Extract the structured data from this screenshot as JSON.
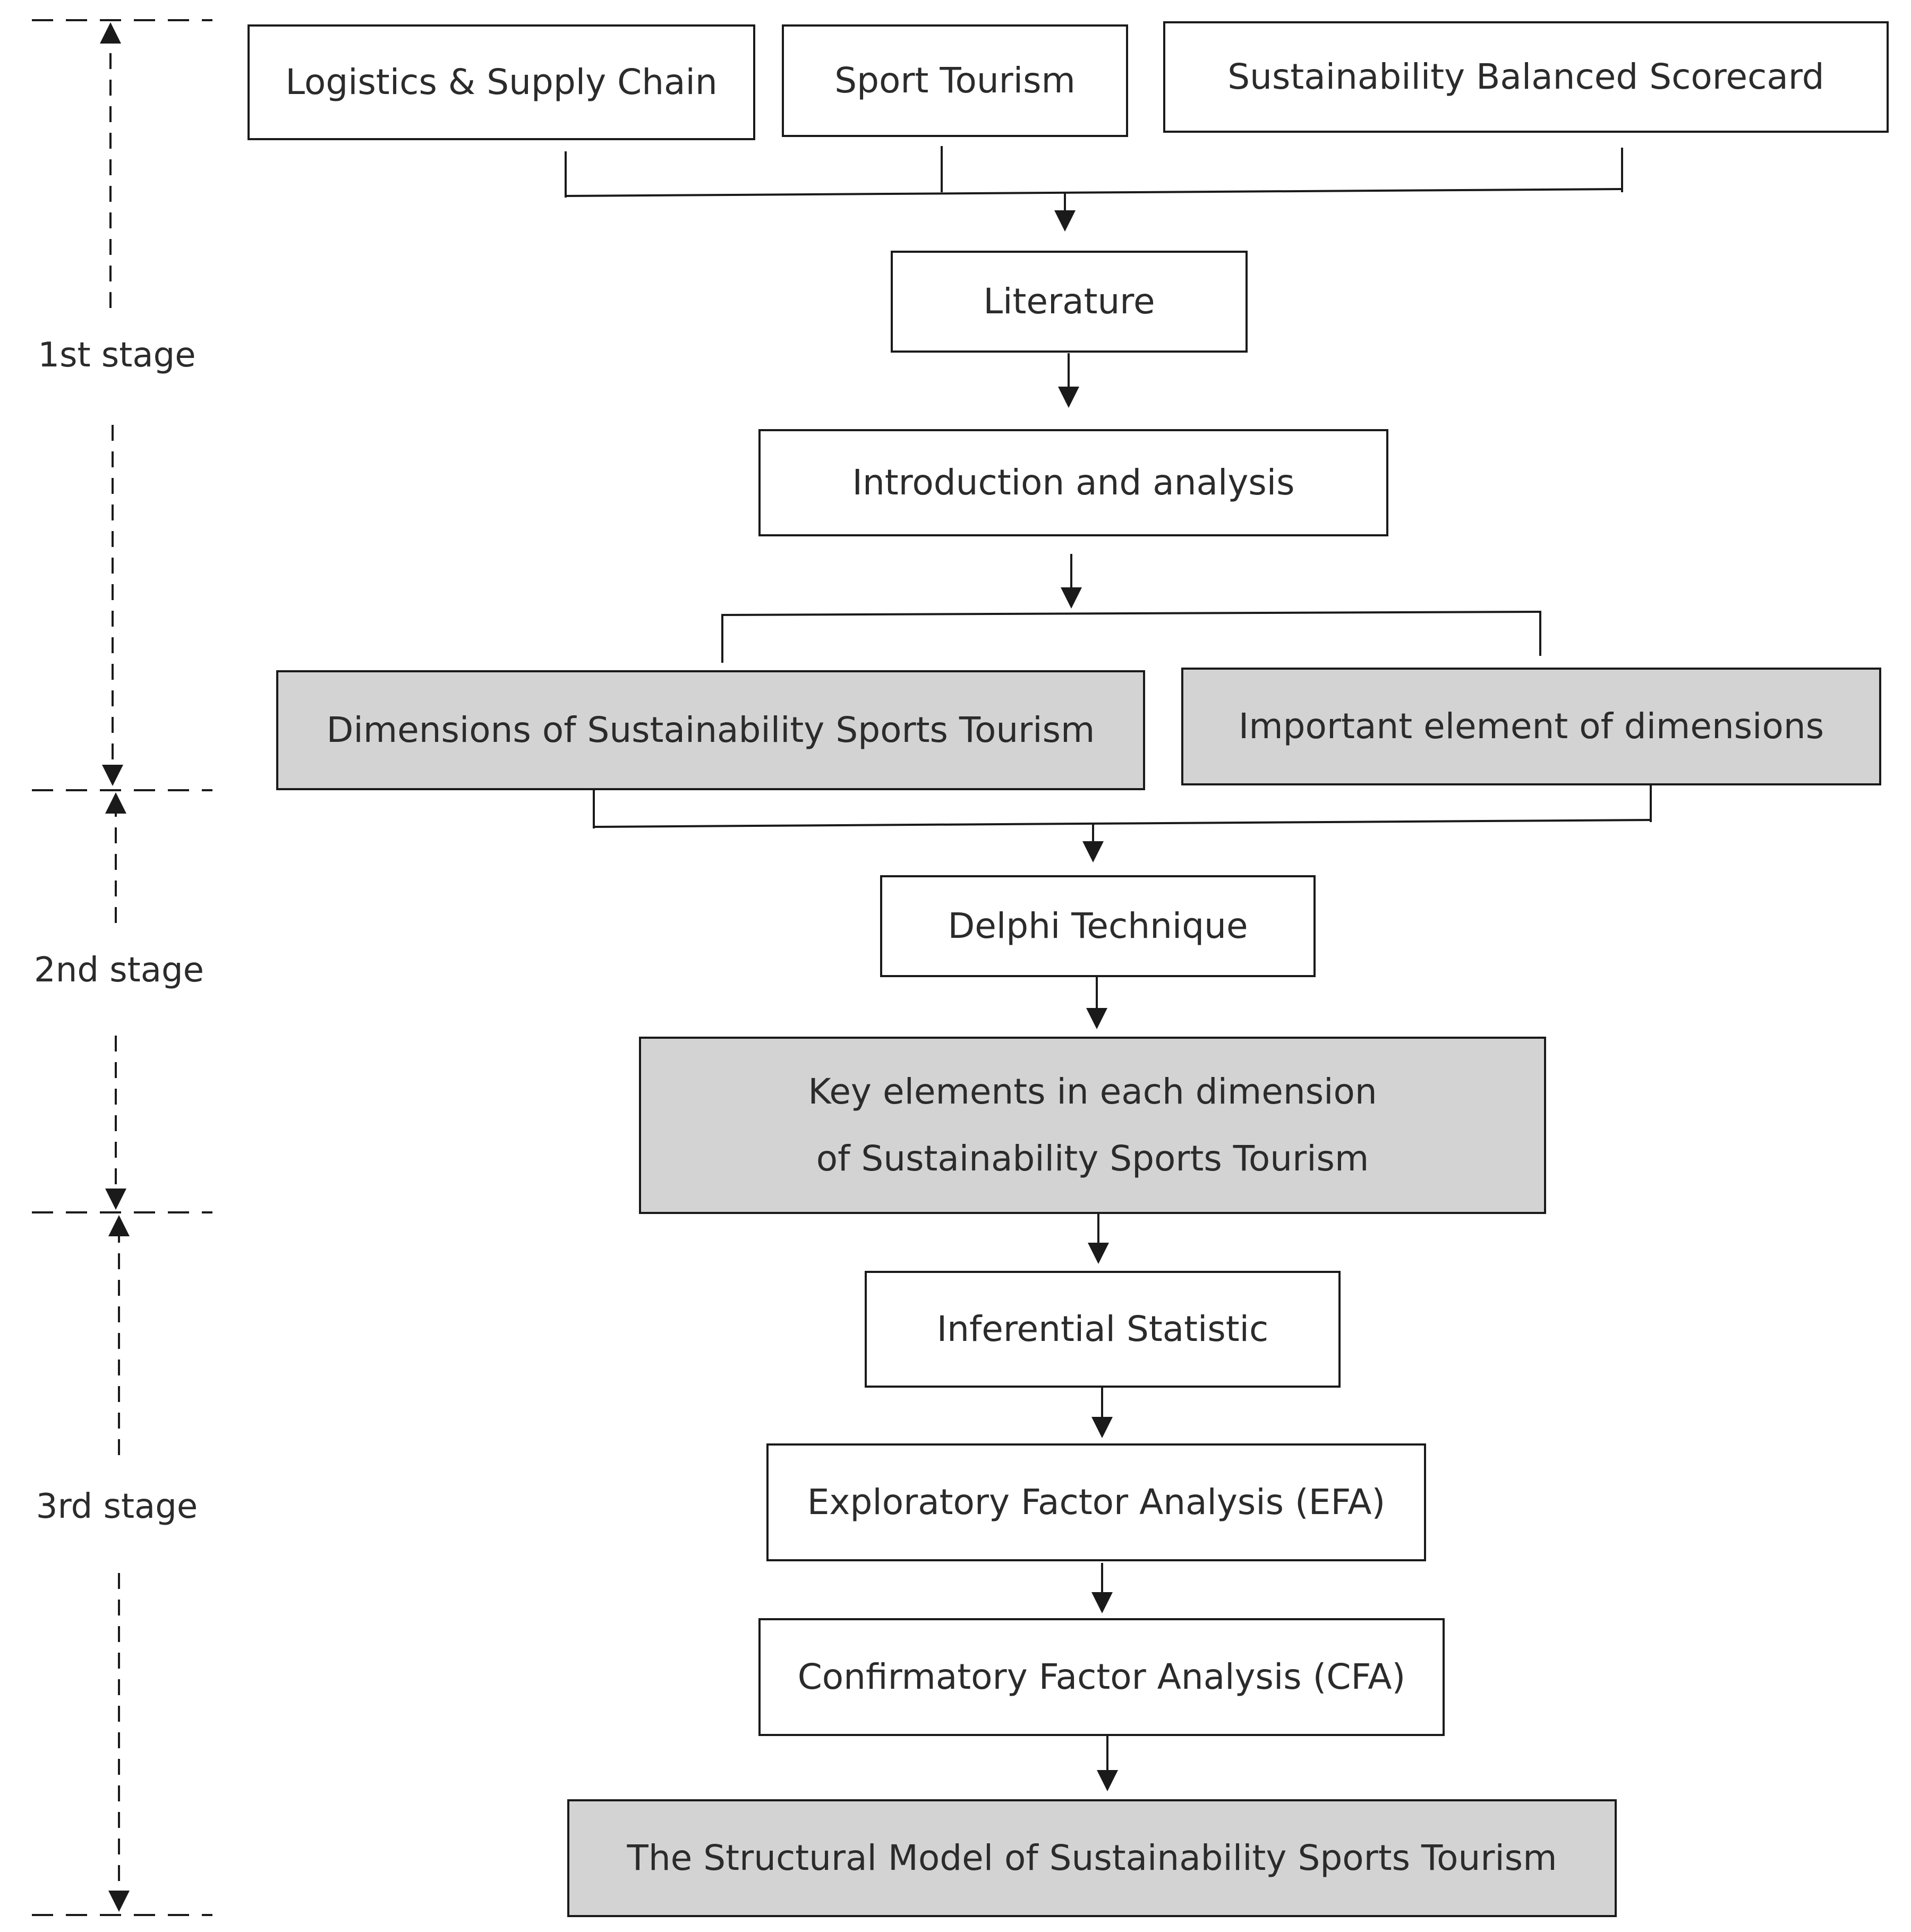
{
  "diagram": {
    "nodes": {
      "logistics": "Logistics & Supply Chain",
      "sport_tourism": "Sport Tourism",
      "balanced_scorecard": "Sustainability Balanced Scorecard",
      "literature": "Literature",
      "intro_analysis": "Introduction and analysis",
      "dimensions": "Dimensions of Sustainability Sports Tourism",
      "important_element": "Important element of dimensions",
      "delphi": "Delphi Technique",
      "key_elements_line1": "Key elements in each dimension",
      "key_elements_line2": "of Sustainability Sports Tourism",
      "inferential": "Inferential Statistic",
      "efa": "Exploratory Factor Analysis (EFA)",
      "cfa": "Confirmatory Factor Analysis (CFA)",
      "structural_model": "The Structural Model of Sustainability Sports Tourism"
    },
    "stages": {
      "first": "1st stage",
      "second": "2nd stage",
      "third": "3rd stage"
    },
    "colors": {
      "shaded_fill": "#d3d3d3",
      "stroke": "#1a1a1a",
      "text": "#2b2b2b"
    }
  }
}
